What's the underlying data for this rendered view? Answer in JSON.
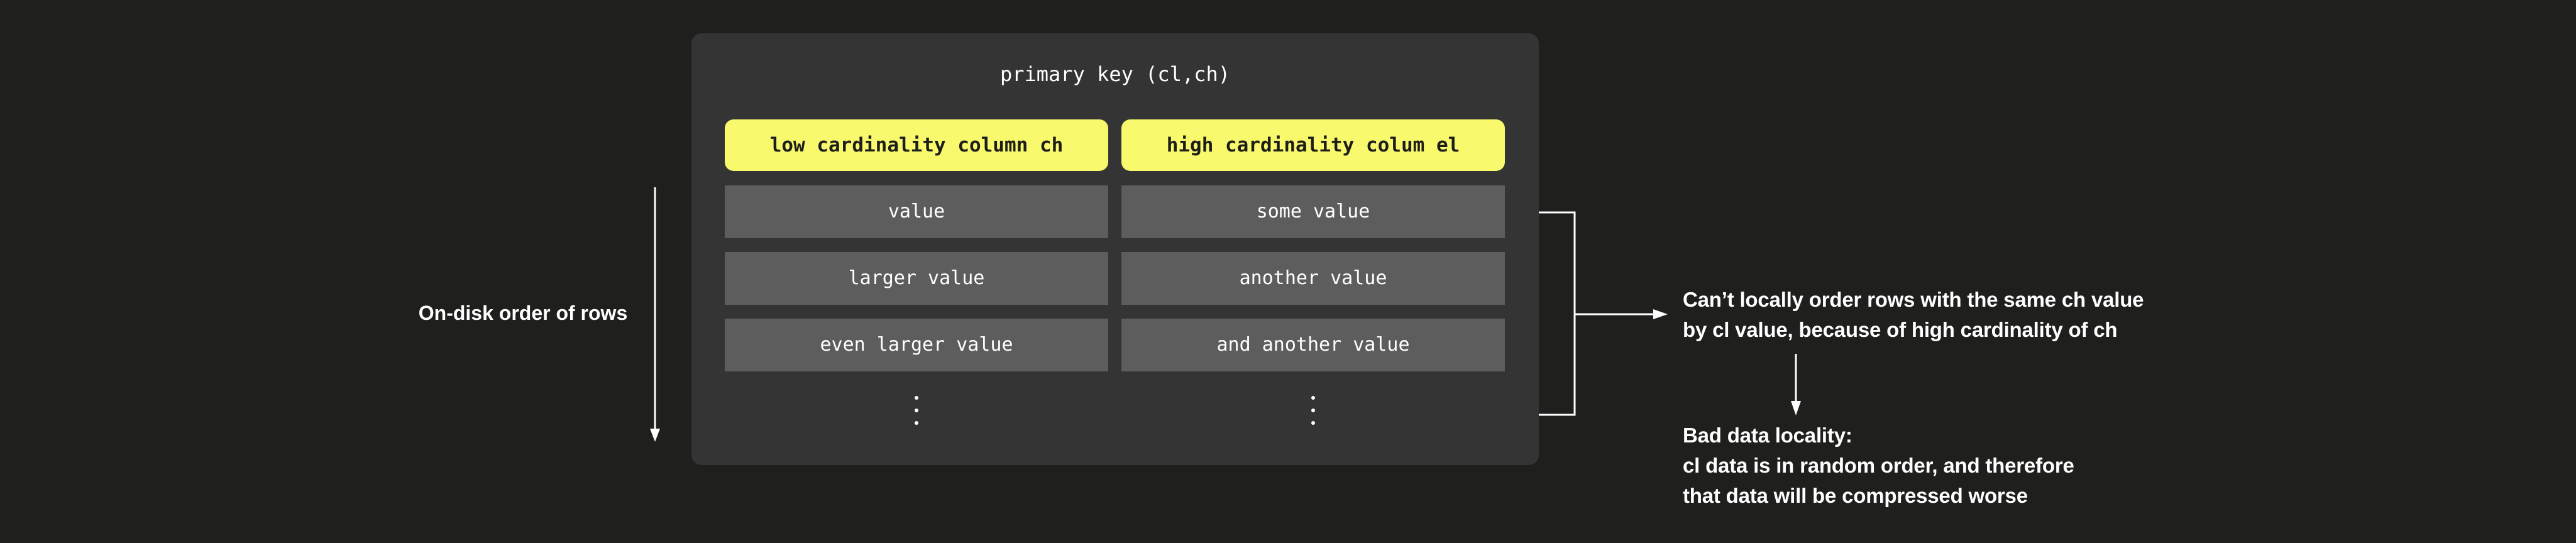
{
  "colors": {
    "background": "#1f1f1d",
    "panel": "#343434",
    "row": "#5d5d5d",
    "highlight_yellow": "#f8f96c",
    "text_light": "#ffffff",
    "text_dark": "#1d1d1a"
  },
  "diagram": {
    "title": "primary key (cl,ch)",
    "columns": [
      {
        "header": "low cardinality column ch",
        "rows": [
          "value",
          "larger value",
          "even larger value"
        ]
      },
      {
        "header": "high cardinality colum el",
        "rows": [
          "some value",
          "another value",
          "and another value"
        ]
      }
    ]
  },
  "left_annotation": {
    "label": "On-disk order of rows"
  },
  "right_annotations": {
    "note1": {
      "line1": "Can’t locally order rows with the same ch value",
      "line2": "by cl value, because of high cardinality of ch"
    },
    "note2": {
      "line1": "Bad data locality:",
      "line2": "cl data is in random order, and therefore",
      "line3": "that data will be compressed worse"
    }
  }
}
